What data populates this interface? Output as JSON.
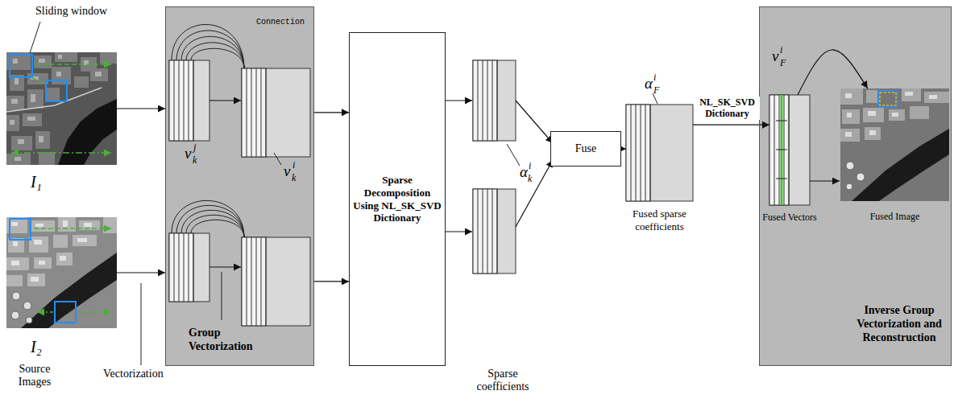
{
  "diagram": {
    "nodes": [
      {
        "text": [
          "I₁"
        ]
      },
      {
        "text": [
          "I₂"
        ]
      },
      {
        "text": [
          "Group Vectorization"
        ]
      },
      {
        "text": [
          "Sparse Decomposition Using NL_SK_SVD Dictionary"
        ]
      },
      {
        "text": [
          "Fuse"
        ]
      },
      {
        "text": [
          "Fused sparse coefficients"
        ]
      },
      {
        "text": [
          "Inverse Group Vectorization and Reconstruction"
        ]
      },
      {
        "text": [
          "Fused Vectors"
        ],
        "in": 6
      },
      {
        "text": [
          "Fused Image"
        ],
        "in": 6
      }
    ],
    "edges": [
      {
        "from": 0,
        "to": 2,
        "arrow": "to"
      },
      {
        "from": 1,
        "to": 2,
        "arrow": "to"
      },
      {
        "from": 2,
        "to": 3,
        "arrow": "to"
      },
      {
        "from": 2,
        "to": 3,
        "arrow": "to"
      },
      {
        "from": 4,
        "to": 5,
        "arrow": "to"
      },
      {
        "from": 5,
        "to": 7,
        "label": "NL_SK_SVD Dictionary",
        "arrow": "to"
      },
      {
        "from": 7,
        "to": 8,
        "arrow": "to"
      }
    ],
    "labels": [
      "Sliding window",
      "Connection",
      "v",
      "k",
      "j",
      "v",
      "k",
      "i",
      "Vectorization",
      "Source Images",
      "α",
      "k",
      "i",
      "Sparse coefficients",
      "α",
      "F",
      "i",
      "v",
      "F",
      "i"
    ]
  }
}
